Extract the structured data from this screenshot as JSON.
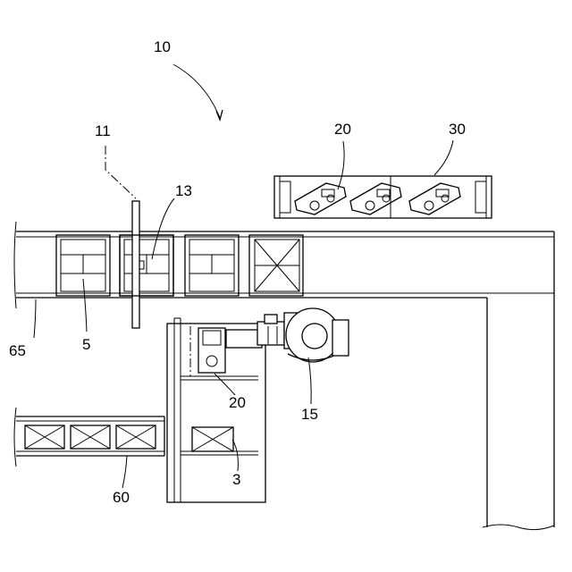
{
  "labels": {
    "system": "10",
    "line": "11",
    "sensor": "13",
    "tray_top": "20",
    "tray_station": "30",
    "conveyor_main": "65",
    "container": "5",
    "tray_lower": "20",
    "robot": "15",
    "conveyor_feed": "60",
    "package": "3"
  }
}
